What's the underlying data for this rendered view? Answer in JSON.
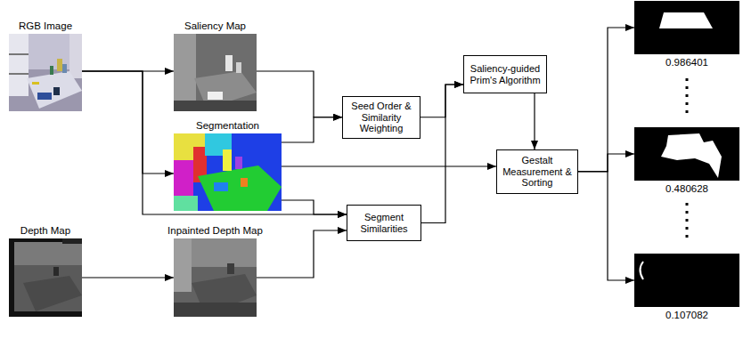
{
  "diagram": {
    "nodes": [
      {
        "text": [
          "RGB Image"
        ]
      },
      {
        "text": [
          "Saliency Map"
        ]
      },
      {
        "text": [
          "Segmentation"
        ]
      },
      {
        "text": [
          "Seed Order & Similarity Weighting"
        ]
      },
      {
        "text": [
          "Saliency-guided Prim's Algorithm"
        ]
      },
      {
        "text": [
          "Gestalt Measurement & Sorting"
        ]
      },
      {
        "text": [
          "Segment Similarities"
        ]
      },
      {
        "text": [
          "Depth Map"
        ]
      },
      {
        "text": [
          "Inpainted Depth Map"
        ]
      },
      {
        "text": [
          "0.986401"
        ]
      },
      {
        "text": [
          "0.480628"
        ]
      },
      {
        "text": [
          "0.107082"
        ]
      }
    ],
    "edges": [
      {
        "from": 0,
        "to": 1,
        "arrow": "to"
      },
      {
        "from": 0,
        "to": 2,
        "arrow": "to"
      },
      {
        "from": 0,
        "to": 6,
        "arrow": "to"
      },
      {
        "from": 1,
        "to": 3,
        "arrow": "to"
      },
      {
        "from": 2,
        "to": 3,
        "arrow": "to"
      },
      {
        "from": 2,
        "to": 5,
        "arrow": "to"
      },
      {
        "from": 2,
        "to": 6,
        "arrow": "to"
      },
      {
        "from": 7,
        "to": 8,
        "arrow": "to"
      },
      {
        "from": 8,
        "to": 6,
        "arrow": "to"
      },
      {
        "from": 3,
        "to": 4,
        "arrow": "to"
      },
      {
        "from": 6,
        "to": 4,
        "arrow": "to"
      },
      {
        "from": 4,
        "to": 5,
        "arrow": "to"
      },
      {
        "from": 5,
        "to": 9,
        "arrow": "to"
      },
      {
        "from": 5,
        "to": 10,
        "arrow": "to"
      },
      {
        "from": 5,
        "to": 11,
        "arrow": "to"
      }
    ]
  }
}
